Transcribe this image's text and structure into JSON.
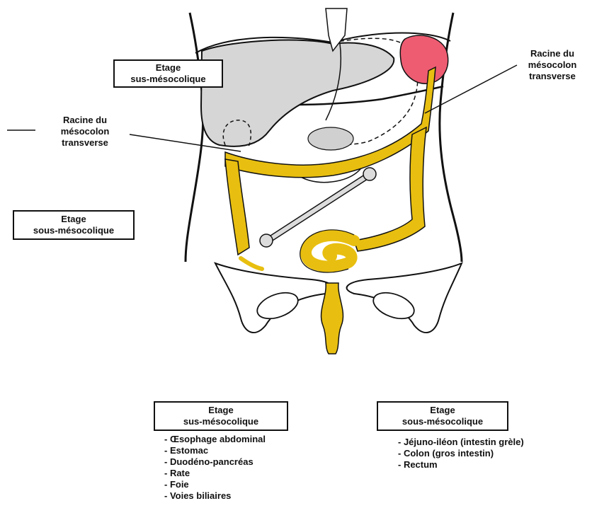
{
  "colors": {
    "mesocolon": "#e8bf10",
    "liver": "#d6d6d6",
    "spleen": "#ee5c72",
    "outline": "#111111"
  },
  "diagram": {
    "box_upper": {
      "line1": "Etage",
      "line2": "sus-mésocolique"
    },
    "box_lower": {
      "line1": "Etage",
      "line2": "sous-mésocolique"
    },
    "label_left": {
      "line1": "Racine du",
      "line2": "mésocolon",
      "line3": "transverse"
    },
    "label_right": {
      "line1": "Racine du",
      "line2": "mésocolon",
      "line3": "transverse"
    }
  },
  "legend": {
    "sus": {
      "title_line1": "Etage",
      "title_line2": "sus-mésocolique",
      "items": [
        "- Œsophage abdominal",
        "- Estomac",
        "- Duodéno-pancréas",
        "- Rate",
        "- Foie",
        "- Voies biliaires"
      ]
    },
    "sous": {
      "title_line1": "Etage",
      "title_line2": "sous-mésocolique",
      "items": [
        "- Jéjuno-iléon (intestin grèle)",
        "- Colon (gros intestin)",
        "- Rectum"
      ]
    }
  }
}
